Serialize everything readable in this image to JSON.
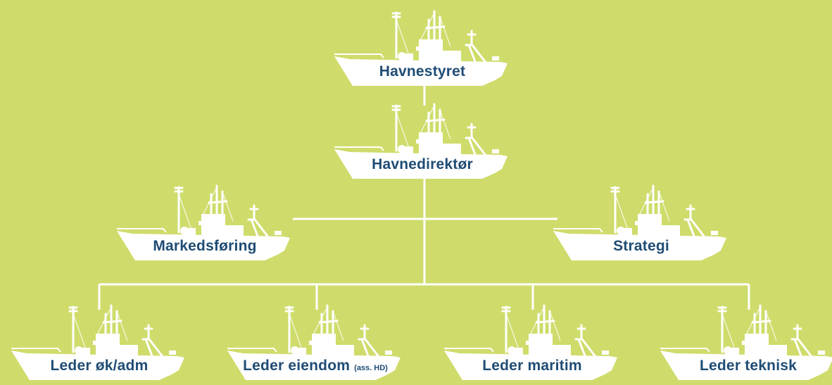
{
  "colors": {
    "background": "#cfdc6b",
    "boat": "#ffffff",
    "line": "#ffffff",
    "text": "#1f4c74"
  },
  "icon": "fishing-boat-icon",
  "nodes": {
    "board": {
      "label": "Havnestyret"
    },
    "director": {
      "label": "Havnedirektør"
    },
    "marketing": {
      "label": "Markedsføring"
    },
    "strategy": {
      "label": "Strategi"
    },
    "finance": {
      "label": "Leder øk/adm"
    },
    "property": {
      "label": "Leder eiendom",
      "note": "(ass. HD)"
    },
    "maritime": {
      "label": "Leder maritim"
    },
    "technical": {
      "label": "Leder teknisk"
    }
  }
}
